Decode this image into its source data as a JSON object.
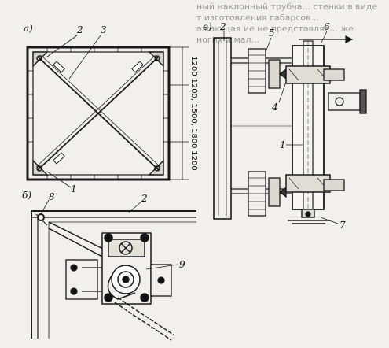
{
  "panels": {
    "a": "а)",
    "b": "б)",
    "c": "в)"
  },
  "callouts": {
    "n1_a": "1",
    "n2_a": "2",
    "n3_a": "3",
    "n2_c": "2",
    "n5": "5",
    "n6": "6",
    "n4": "4",
    "n1_c": "1",
    "n7": "7",
    "n8": "8",
    "n2_b": "2",
    "n9": "9"
  },
  "dimensions": {
    "top": "1200",
    "middle": "1200, 1500, 1800",
    "bottom": "1200"
  },
  "background_text": [
    "ный наклонный трубча... стенки в виде",
    "т изготовления габарсов...",
    "ажающая ие не представляе... же",
    "ногих и мал..."
  ]
}
